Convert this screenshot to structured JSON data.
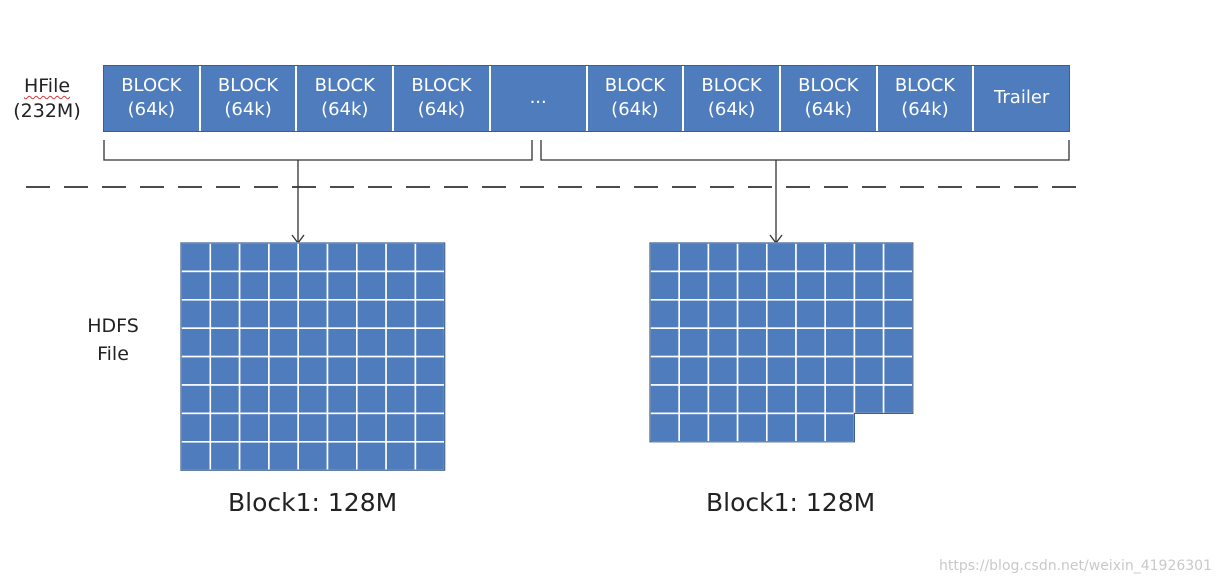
{
  "hfile": {
    "label_line1": "HFile",
    "label_line2": "(232M)"
  },
  "strip": {
    "cells": [
      {
        "line1": "BLOCK",
        "line2": "(64k)"
      },
      {
        "line1": "BLOCK",
        "line2": "(64k)"
      },
      {
        "line1": "BLOCK",
        "line2": "(64k)"
      },
      {
        "line1": "BLOCK",
        "line2": "(64k)"
      },
      {
        "line1": "...",
        "line2": ""
      },
      {
        "line1": "BLOCK",
        "line2": "(64k)"
      },
      {
        "line1": "BLOCK",
        "line2": "(64k)"
      },
      {
        "line1": "BLOCK",
        "line2": "(64k)"
      },
      {
        "line1": "BLOCK",
        "line2": "(64k)"
      },
      {
        "line1": "Trailer",
        "line2": ""
      }
    ]
  },
  "hdfs": {
    "label_line1": "HDFS",
    "label_line2": "File"
  },
  "blocks": [
    {
      "caption": "Block1: 128M"
    },
    {
      "caption": "Block1: 128M"
    }
  ],
  "watermark": "https://blog.csdn.net/weixin_41926301",
  "colors": {
    "block_fill": "#4f7cbd",
    "grid_line": "#ffffff",
    "outline": "#3b5e8c",
    "line": "#333333"
  }
}
